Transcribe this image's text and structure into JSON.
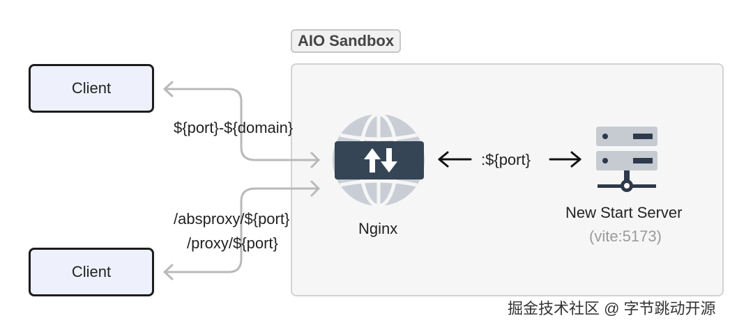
{
  "sandbox": {
    "title": "AIO Sandbox"
  },
  "clients": [
    {
      "label": "Client"
    },
    {
      "label": "Client"
    }
  ],
  "routes": {
    "subdomain": "${port}-${domain}",
    "absproxy": "/absproxy/${port}",
    "proxy": "/proxy/${port}"
  },
  "nginx": {
    "label": "Nginx",
    "icon": "globe-swap-icon"
  },
  "link": {
    "label": ":${port}"
  },
  "server": {
    "name": "New Start Server",
    "detail": "(vite:5173)",
    "icon": "server-icon"
  },
  "watermark": "掘金技术社区 @ 字节跳动开源",
  "colors": {
    "nginx_dark": "#354555",
    "globe_light": "#c9ced6",
    "server_dark": "#2e3a4b",
    "server_light": "#c6cbd2",
    "connector": "#b9b9b9"
  }
}
